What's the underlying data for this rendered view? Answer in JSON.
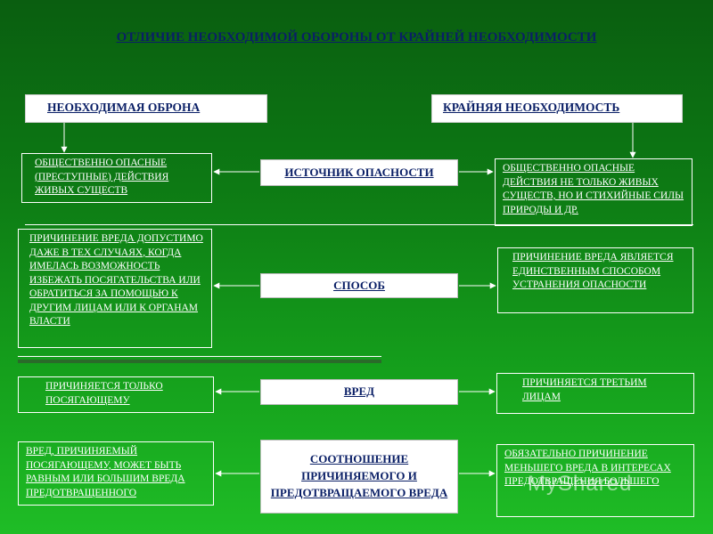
{
  "title": "ОТЛИЧИЕ НЕОБХОДИМОЙ ОБОРОНЫ ОТ КРАЙНЕЙ НЕОБХОДИМОСТИ",
  "left_header": "НЕОБХОДИМАЯ ОБРОНА",
  "right_header": "КРАЙНЯЯ НЕОБХОДИМОСТЬ",
  "rows": [
    {
      "criterion": "ИСТОЧНИК ОПАСНОСТИ",
      "left": "ОБЩЕСТВЕННО ОПАСНЫЕ (ПРЕСТУПНЫЕ) ДЕЙСТВИЯ ЖИВЫХ СУЩЕСТВ",
      "right": "ОБЩЕСТВЕННО ОПАСНЫЕ ДЕЙСТВИЯ НЕ ТОЛЬКО ЖИВЫХ СУЩЕСТВ, НО И СТИХИЙНЫЕ СИЛЫ ПРИРОДЫ И ДР."
    },
    {
      "criterion": "СПОСОБ",
      "left": "ПРИЧИНЕНИЕ ВРЕДА ДОПУСТИМО ДАЖЕ В ТЕХ СЛУЧАЯХ, КОГДА ИМЕЛАСЬ ВОЗМОЖНОСТЬ ИЗБЕЖАТЬ ПОСЯГАТЕЛЬСТВА ИЛИ ОБРАТИТЬСЯ ЗА ПОМОЩЬЮ К ДРУГИМ ЛИЦАМ ИЛИ К ОРГАНАМ ВЛАСТИ",
      "right": "ПРИЧИНЕНИЕ ВРЕДА ЯВЛЯЕТСЯ ЕДИНСТВЕННЫМ СПОСОБОМ УСТРАНЕНИЯ ОПАСНОСТИ"
    },
    {
      "criterion": "ВРЕД",
      "left": "ПРИЧИНЯЕТСЯ ТОЛЬКО ПОСЯГАЮЩЕМУ",
      "right": "ПРИЧИНЯЕТСЯ ТРЕТЬИМ ЛИЦАМ"
    },
    {
      "criterion": "СООТНОШЕНИЕ ПРИЧИНЯЕМОГО И ПРЕДОТВРАЩАЕМОГО ВРЕДА",
      "left": "ВРЕД, ПРИЧИНЯЕМЫЙ ПОСЯГАЮЩЕМУ, МОЖЕТ БЫТЬ РАВНЫМ ИЛИ БОЛЬШИМ ВРЕДА ПРЕДОТВРАЩЕННОГО",
      "right": "ОБЯЗАТЕЛЬНО ПРИЧИНЕНИЕ МЕНЬШЕГО ВРЕДА В ИНТЕРЕСАХ ПРЕДОТВРАЩЕНИЯ БОЛЬШЕГО"
    }
  ],
  "watermark": "MyShared",
  "colors": {
    "title": "#0a1f66",
    "background_top": "#0a5e10",
    "background_bottom": "#1fbd26",
    "line": "#ffffff"
  }
}
